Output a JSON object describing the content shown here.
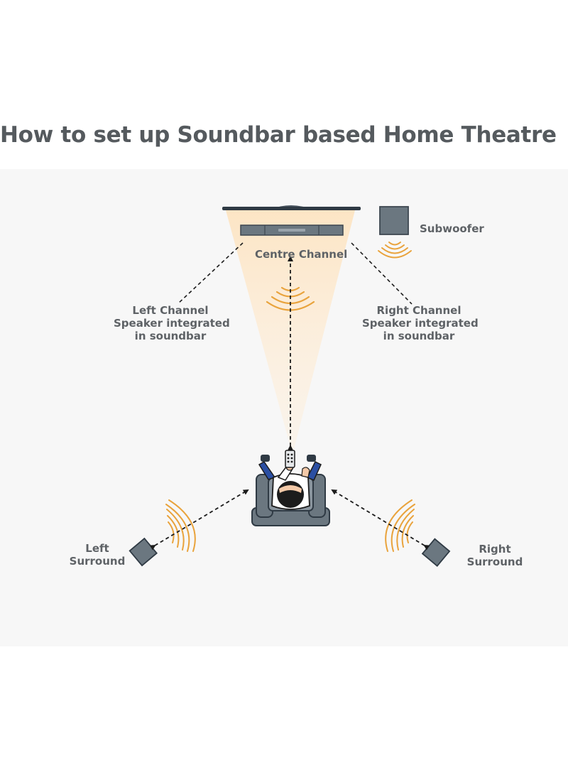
{
  "title": "How to set up Soundbar based Home Theatre",
  "labels": {
    "subwoofer": "Subwoofer",
    "centre_channel": "Centre Channel",
    "left_channel": [
      "Left Channel",
      "Speaker integrated",
      "in soundbar"
    ],
    "right_channel": [
      "Right Channel",
      "Speaker integrated",
      "in soundbar"
    ],
    "left_surround": [
      "Left",
      "Surround"
    ],
    "right_surround": [
      "Right",
      "Surround"
    ]
  },
  "colors": {
    "text": "#555a5e",
    "speaker": "#6b7780",
    "wave": "#e9a33c",
    "beam": "#fde7c8",
    "panel": "#f7f7f7"
  },
  "icons": [
    "tv-icon",
    "soundbar-icon",
    "subwoofer-icon",
    "sound-wave-icon",
    "armchair-icon",
    "person-icon",
    "remote-icon",
    "surround-speaker-icon"
  ]
}
